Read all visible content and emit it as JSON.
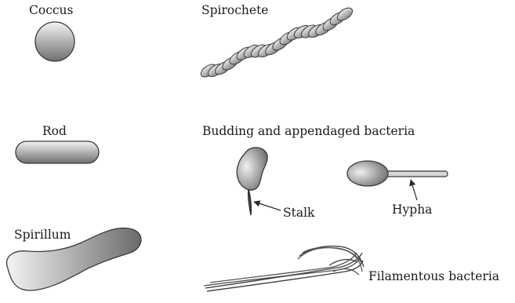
{
  "labels": {
    "coccus": "Coccus",
    "spirochete": "Spirochete",
    "rod": "Rod",
    "budding": "Budding and appendaged bacteria",
    "stalk": "Stalk",
    "hypha": "Hypha",
    "spirillum": "Spirillum",
    "filamentous": "Filamentous bacteria"
  },
  "colors": {
    "outline": "#3a3a3a",
    "fill_light": "#f4f4f4",
    "fill_dark": "#6e6e6e"
  }
}
